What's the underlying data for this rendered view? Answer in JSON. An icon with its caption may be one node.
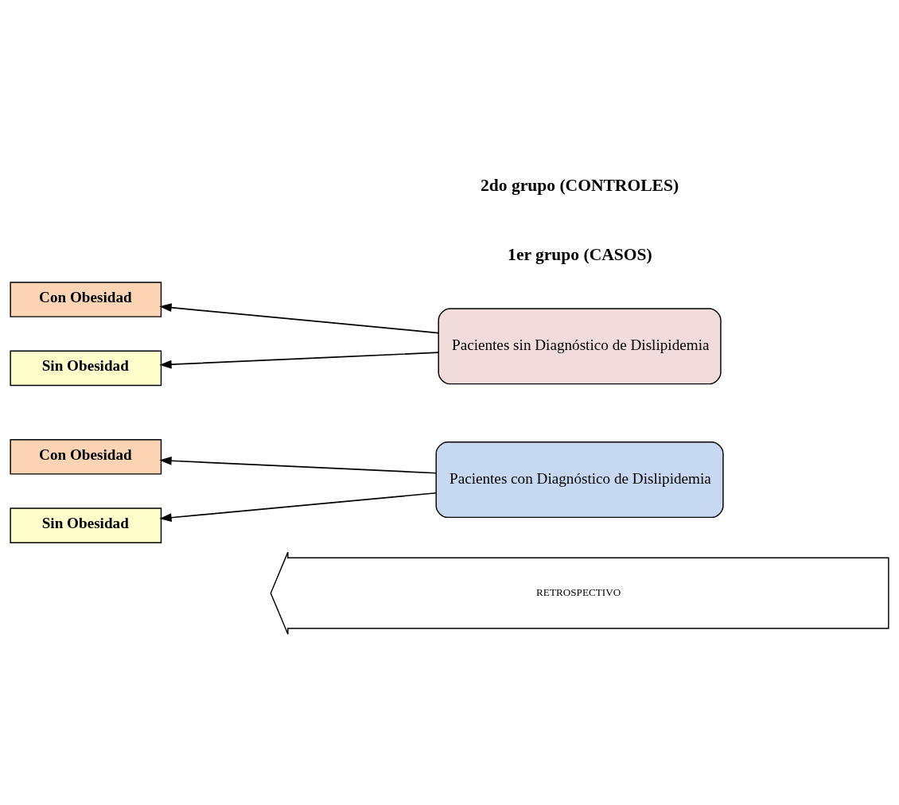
{
  "diagram": {
    "nodes": [
      {
        "text": [
          "RETROSPECTIVO"
        ]
      },
      {
        "text": [
          "Con Obesidad"
        ]
      },
      {
        "text": [
          "Pacientes con Diagnóstico de Dislipidemia"
        ]
      },
      {
        "text": [
          "Sin Obesidad"
        ]
      },
      {
        "text": [
          "Con Obesidad"
        ]
      },
      {
        "text": [
          "Pacientes sin Diagnóstico de Dislipidemia"
        ]
      },
      {
        "text": [
          "Sin Obesidad"
        ]
      }
    ],
    "edges": [
      {
        "from": 2,
        "to": 1,
        "arrow": "to"
      },
      {
        "from": 2,
        "to": 3,
        "arrow": "to"
      },
      {
        "from": 5,
        "to": 4,
        "arrow": "to"
      },
      {
        "from": 5,
        "to": 6,
        "arrow": "to"
      }
    ],
    "labels": [
      "1er grupo (CASOS)",
      "2do grupo (CONTROLES)"
    ]
  }
}
